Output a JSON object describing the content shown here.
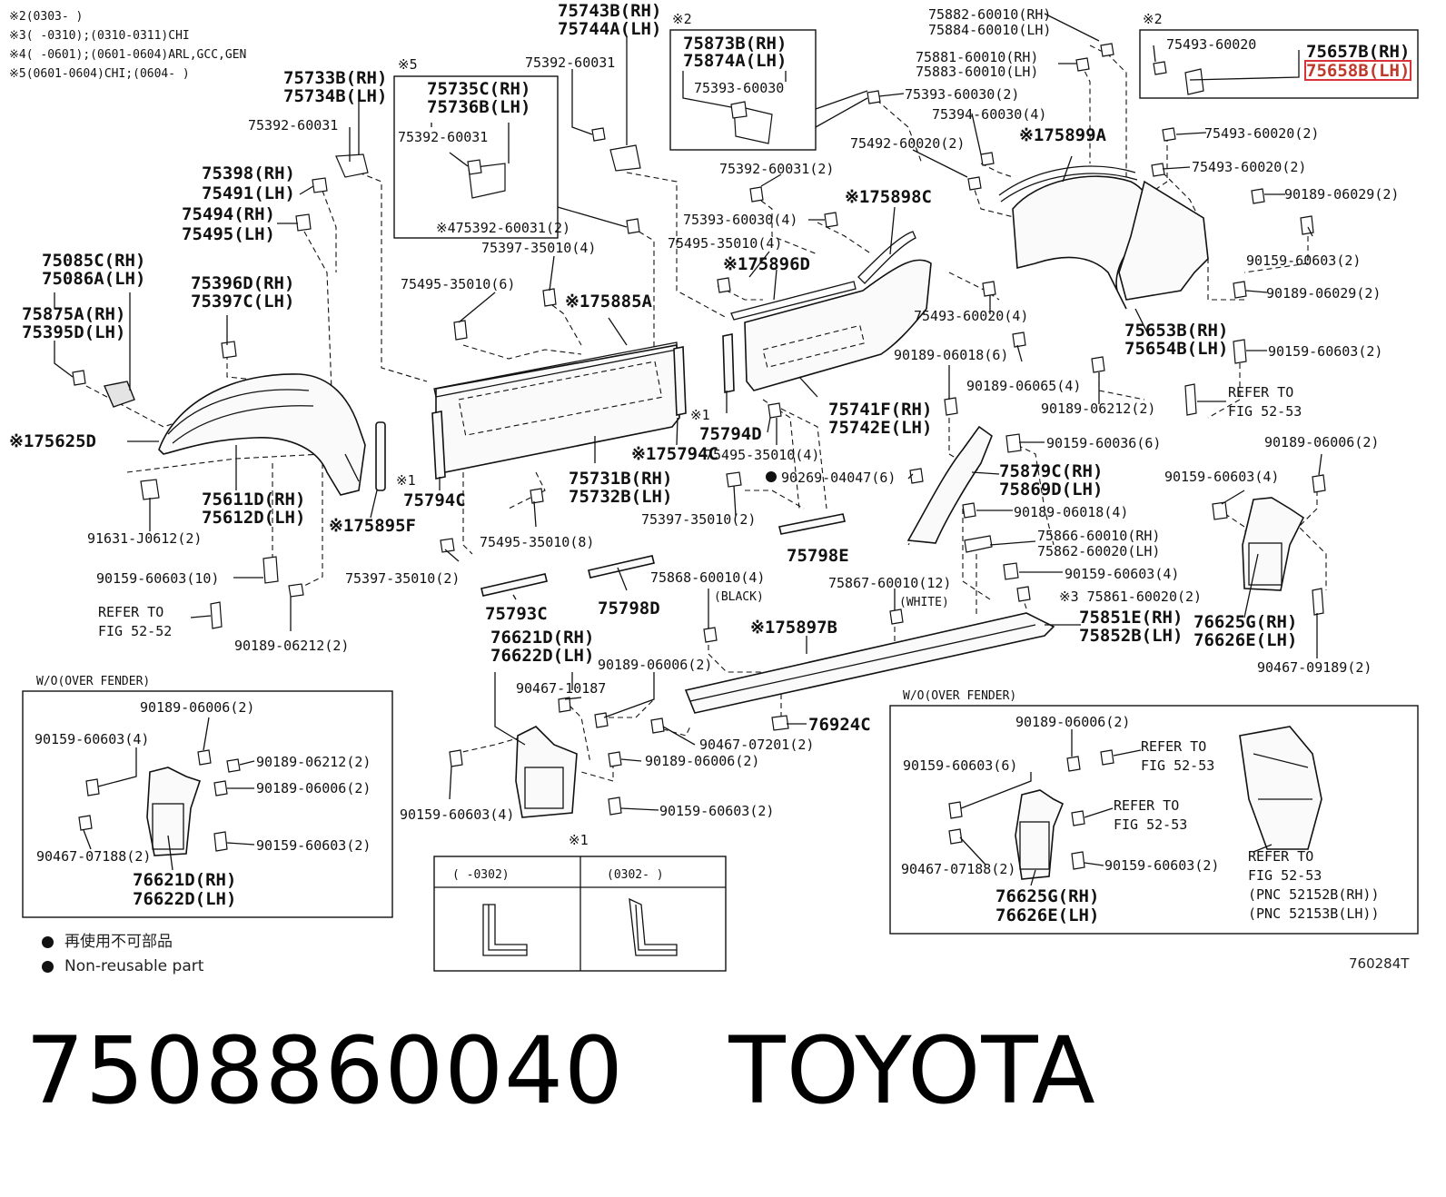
{
  "notes": [
    "※2(0303-       )",
    "※3(       -0310);(0310-0311)CHI",
    "※4(       -0601);(0601-0604)ARL,GCC,GEN",
    "※5(0601-0604)CHI;(0604-       )"
  ],
  "labels": {
    "l75733B": "75733B(RH)",
    "l75734B": "75734B(LH)",
    "l75392a": "75392-60031",
    "l75398": "75398(RH)",
    "l75491": "75491(LH)",
    "l75494": "75494(RH)",
    "l75495": "75495(LH)",
    "l75085C": "75085C(RH)",
    "l75086A": "75086A(LH)",
    "l75875A": "75875A(RH)",
    "l75395D": "75395D(LH)",
    "l75396D": "75396D(RH)",
    "l75397C": "75397C(LH)",
    "l75625D": "※175625D",
    "l75611D": "75611D(RH)",
    "l75612D": "75612D(LH)",
    "l75895F": "※175895F",
    "l91631": "91631-J0612(2)",
    "l90159_10": "90159-60603(10)",
    "lref5252a": "REFER TO",
    "lref5252b": "FIG 52-52",
    "l90189_06212": "90189-06212(2)",
    "lnote5": "※5",
    "l75735C": "75735C(RH)",
    "l75736B": "75736B(LH)",
    "l75392b": "75392-60031",
    "l75392c": "※475392-60031(2)",
    "l75397_4": "75397-35010(4)",
    "l75495_6": "75495-35010(6)",
    "l75885A": "※175885A",
    "l75794C_a": "※1",
    "l75794C_b": "75794C",
    "l75731B": "75731B(RH)",
    "l75732B": "75732B(LH)",
    "l75794C2": "※175794C",
    "l75495_8": "75495-35010(8)",
    "l75397_2": "75397-35010(2)",
    "l75793C": "75793C",
    "l75798D": "75798D",
    "l75743B": "75743B(RH)",
    "l75744A": "75744A(LH)",
    "l75392d": "75392-60031",
    "lnote2a": "※2",
    "l75873B": "75873B(RH)",
    "l75874A": "75874A(LH)",
    "l75393a": "75393-60030",
    "l75392e": "75392-60031(2)",
    "l75393_4": "75393-60030(4)",
    "l75495_4": "75495-35010(4)",
    "l75896D": "※175896D",
    "l75898C": "※175898C",
    "l75794D_a": "※1",
    "l75794D_b": "75794D",
    "l75495_4b": "75495-35010(4)",
    "l90269": "90269-04047(6)",
    "l75397_2b": "75397-35010(2)",
    "l75798E": "75798E",
    "l75741F": "75741F(RH)",
    "l75742E": "75742E(LH)",
    "l75868": "75868-60010(4)",
    "l75868b": "(BLACK)",
    "l75867": "75867-60010(12)",
    "l75867b": "(WHITE)",
    "l75897B": "※175897B",
    "l75882": "75882-60010(RH)",
    "l75884": "75884-60010(LH)",
    "l75881": "75881-60010(RH)",
    "l75883": "75883-60010(LH)",
    "l75393_2": "75393-60030(2)",
    "l75394": "75394-60030(4)",
    "l75899A": "※175899A",
    "l75492": "75492-60020(2)",
    "l75493_4": "75493-60020(4)",
    "l90189_06018_6": "90189-06018(6)",
    "l90189_06065": "90189-06065(4)",
    "l90189_06212b": "90189-06212(2)",
    "l90159_36": "90159-60036(6)",
    "l75879C": "75879C(RH)",
    "l75869D": "75869D(LH)",
    "l90189_06018_4": "90189-06018(4)",
    "l75866": "75866-60010(RH)",
    "l75862": "75862-60020(LH)",
    "l90159_4b": "90159-60603(4)",
    "l75861": "※3 75861-60020(2)",
    "l75851E": "75851E(RH)",
    "l75852B": "75852B(LH)",
    "lnote2b": "※2",
    "l75493a": "75493-60020",
    "l75657B": "75657B(RH)",
    "l75658B": "75658B(LH)",
    "l75493b": "75493-60020(2)",
    "l75493c": "75493-60020(2)",
    "l90189_06029a": "90189-06029(2)",
    "l90159_2a": "90159-60603(2)",
    "l90189_06029b": "90189-06029(2)",
    "l75653B": "75653B(RH)",
    "l75654B": "75654B(LH)",
    "l90159_2b": "90159-60603(2)",
    "lref5253a": "REFER TO",
    "lref5253b": "FIG 52-53",
    "l90189_06006r": "90189-06006(2)",
    "l90159_4r": "90159-60603(4)",
    "l76625G": "76625G(RH)",
    "l76626E": "76626E(LH)",
    "l90467_09189": "90467-09189(2)",
    "l76621D": "76621D(RH)",
    "l76622D": "76622D(LH)",
    "l90467_10187": "90467-10187",
    "l90189_06006m": "90189-06006(2)",
    "l90467_07201": "90467-07201(2)",
    "l76924C": "76924C",
    "l90189_06006m2": "90189-06006(2)",
    "l90159_2m": "90159-60603(2)",
    "l90159_4m": "90159-60603(4)",
    "lnote1": "※1",
    "lrange1": "(      -0302)",
    "lrange2": "(0302-      )"
  },
  "wo_left": {
    "title": "W/O(OVER FENDER)",
    "a": "90189-06006(2)",
    "b": "90159-60603(4)",
    "c": "90189-06212(2)",
    "d": "90189-06006(2)",
    "e": "90467-07188(2)",
    "f": "90159-60603(2)",
    "g": "76621D(RH)",
    "h": "76622D(LH)"
  },
  "wo_right": {
    "title": "W/O(OVER FENDER)",
    "a": "90189-06006(2)",
    "b": "90159-60603(6)",
    "ref1a": "REFER TO",
    "ref1b": "FIG 52-53",
    "ref2a": "REFER TO",
    "ref2b": "FIG 52-53",
    "e": "90467-07188(2)",
    "f": "90159-60603(2)",
    "g": "76625G(RH)",
    "h": "76626E(LH)",
    "ref3a": "REFER TO",
    "ref3b": "FIG 52-53",
    "pnc1": "(PNC 52152B(RH))",
    "pnc2": "(PNC 52153B(LH))"
  },
  "legend": {
    "jp": "再使用不可部品",
    "en": "Non-reusable part"
  },
  "figure_code": "760284T",
  "caption": {
    "part_number": "7508860040",
    "brand": "TOYOTA"
  }
}
